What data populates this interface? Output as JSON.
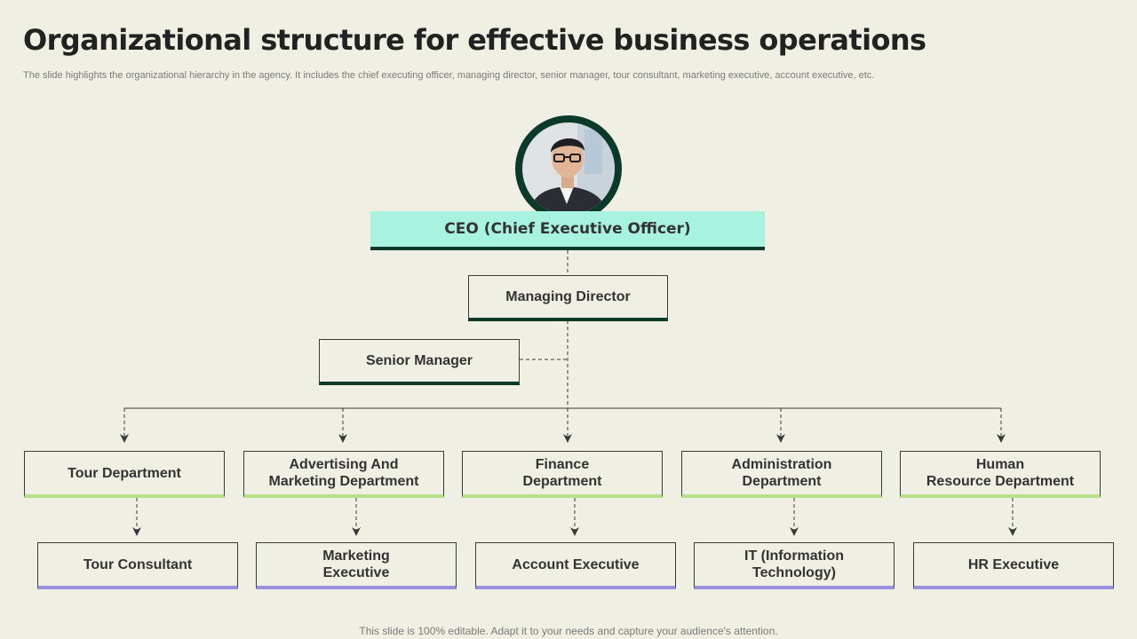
{
  "header": {
    "title": "Organizational structure for effective business operations",
    "subtitle": "The slide highlights the organizational hierarchy in the agency.  It includes the chief executing officer,  managing director, senior manager, tour consultant, marketing executive, account executive,  etc."
  },
  "org": {
    "ceo": "CEO (Chief Executive Officer)",
    "managing_director": "Managing Director",
    "senior_manager": "Senior Manager",
    "departments": [
      "Tour Department",
      "Advertising And\nMarketing Department",
      "Finance\nDepartment",
      "Administration\nDepartment",
      "Human\nResource Department"
    ],
    "roles": [
      "Tour Consultant",
      "Marketing\nExecutive",
      "Account Executive",
      "IT (Information\nTechnology)",
      "HR Executive"
    ]
  },
  "colors": {
    "background": "#f0efe4",
    "ceo_fill": "#a8f3df",
    "dark_green": "#0c3a2a",
    "light_green": "#b6e08a",
    "purple": "#9b8fe0"
  },
  "footer": {
    "note": "This slide is 100% editable. Adapt it to your needs and capture your audience's attention."
  }
}
